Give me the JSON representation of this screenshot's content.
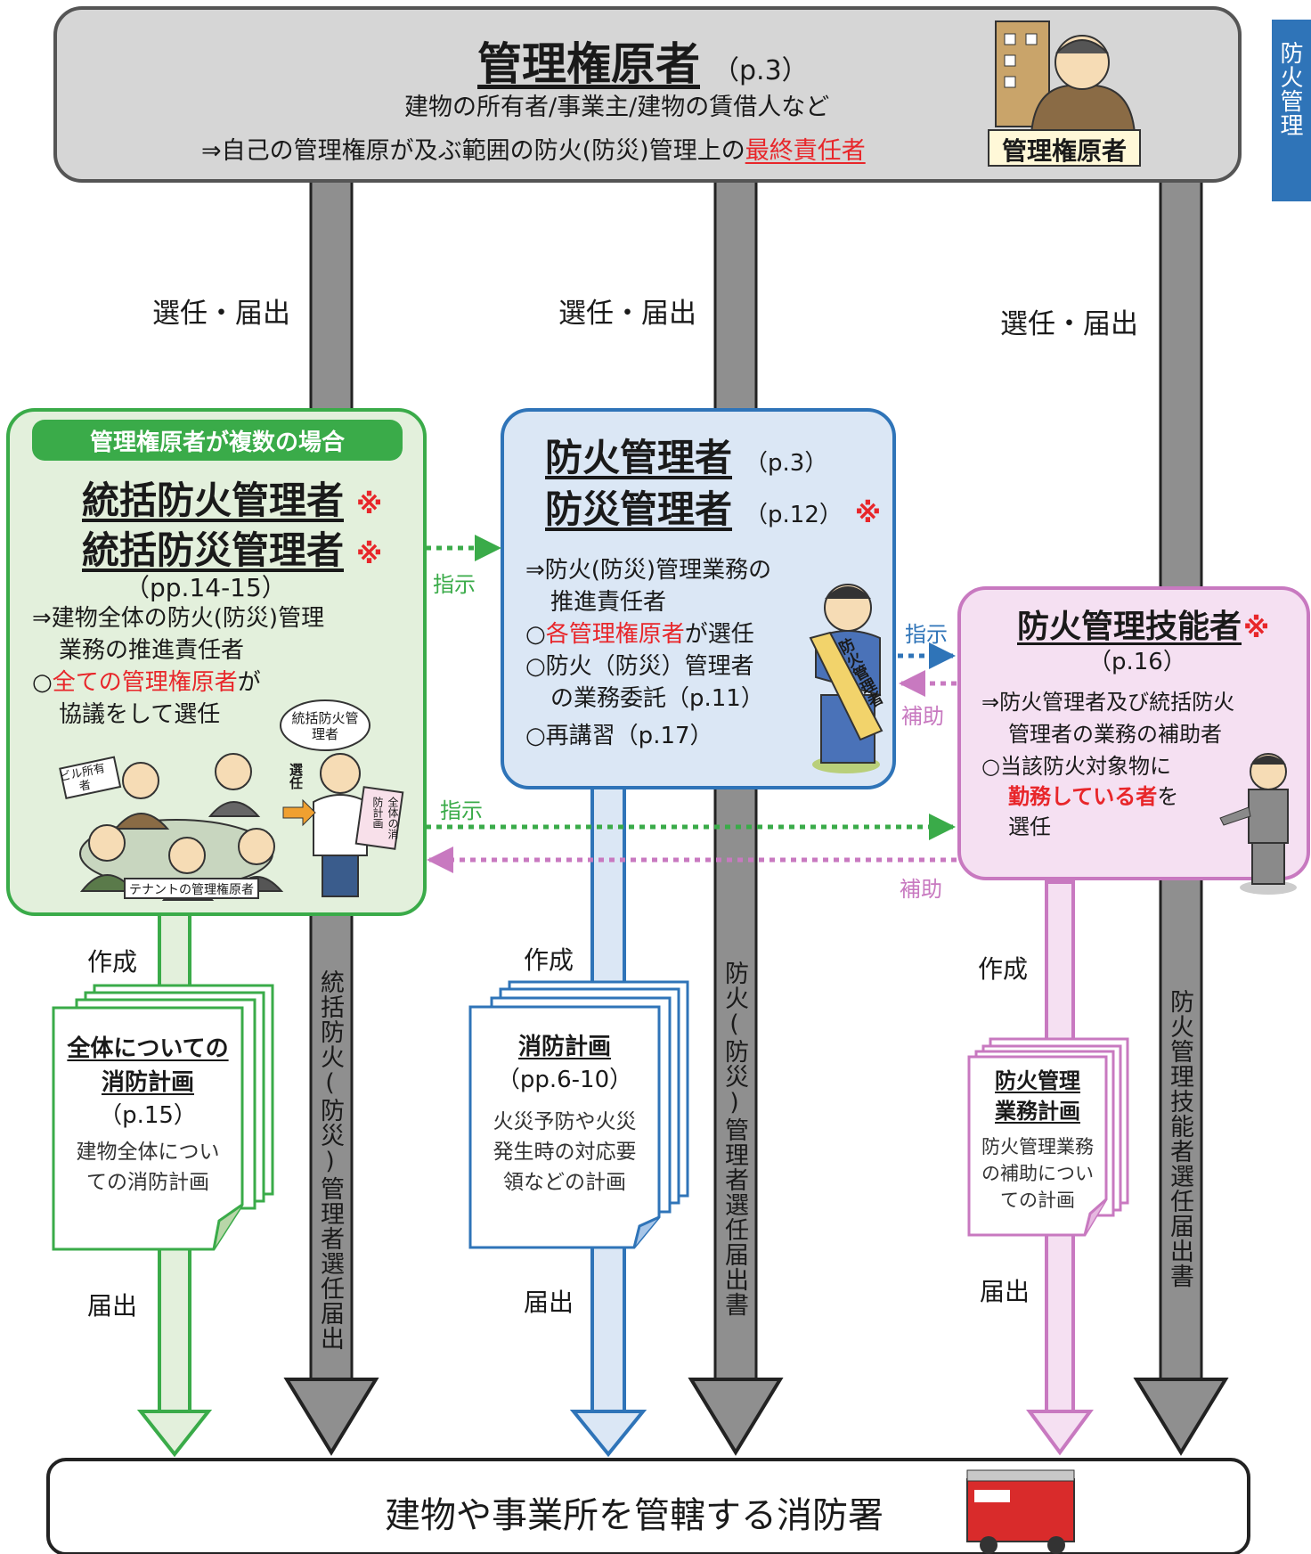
{
  "top": {
    "title": "管理権原者",
    "ref": "（p.3）",
    "line1": "建物の所有者/事業主/建物の賃借人など",
    "line2_prefix": "⇒自己の管理権原が及ぶ範囲の防火(防災)管理上の",
    "line2_highlight": "最終責任者",
    "illustration_label": "管理権原者"
  },
  "side_tab": {
    "text": "防火管理"
  },
  "selection_labels": [
    "選任・届出",
    "選任・届出",
    "選任・届出"
  ],
  "left_box": {
    "banner": "管理権原者が複数の場合",
    "title1": "統括防火管理者",
    "title2": "統括防災管理者",
    "kome": "※",
    "ref": "（pp.14-15）",
    "desc1": "⇒建物全体の防火(防災)管理",
    "desc2": "業務の推進責任者",
    "item_prefix": "○",
    "item_highlight": "全ての管理権原者",
    "item_suffix": "が",
    "item_line2": "協議をして選任",
    "sign_owner": "ビル所有者",
    "sign_tenant": "テナントの管理権原者",
    "bubble": "統括防火管理者",
    "selected": "選任",
    "paper": "全体の消防計画"
  },
  "center_box": {
    "title1": "防火管理者",
    "ref1": "（p.3）",
    "title2": "防災管理者",
    "ref2": "（p.12）",
    "kome": "※",
    "desc1": "⇒防火(防災)管理業務の",
    "desc2": "推進責任者",
    "item1_prefix": "○",
    "item1_highlight": "各管理権原者",
    "item1_suffix": "が選任",
    "item2_line1": "○防火（防災）管理者",
    "item2_line2": "の業務委託（p.11）",
    "item3": "○再講習（p.17）",
    "sash": "防火管理者"
  },
  "right_box": {
    "title": "防火管理技能者",
    "kome": "※",
    "ref": "（p.16）",
    "desc1": "⇒防火管理者及び統括防火",
    "desc2": "管理者の業務の補助者",
    "item_line1": "○当該防火対象物に",
    "item_highlight": "勤務している者",
    "item_suffix": "を",
    "item_line3": "選任"
  },
  "links": {
    "instruct_1": "指示",
    "instruct_2": "指示",
    "instruct_3": "指示",
    "assist_1": "補助",
    "assist_2": "補助"
  },
  "create_labels": [
    "作成",
    "作成",
    "作成"
  ],
  "submit_labels": [
    "届出",
    "届出",
    "届出"
  ],
  "docs": {
    "left": {
      "title1": "全体についての",
      "title2": "消防計画",
      "ref": "（p.15）",
      "text1": "建物全体につい",
      "text2": "ての消防計画"
    },
    "center": {
      "title": "消防計画",
      "ref": "（pp.6-10）",
      "text1": "火災予防や火災",
      "text2": "発生時の対応要",
      "text3": "領などの計画"
    },
    "right": {
      "title1": "防火管理",
      "title2": "業務計画",
      "text1": "防火管理業務",
      "text2": "の補助につい",
      "text3": "ての計画"
    }
  },
  "vertical_labels": {
    "v1": "統括防火(防災)管理者選任届出書",
    "v2": "防火(防災)管理者選任届出書",
    "v3": "防火管理技能者選任届出書"
  },
  "bottom": {
    "text": "建物や事業所を管轄する消防署"
  },
  "colors": {
    "green": "#3aab49",
    "green_fill": "#e3f0dc",
    "blue": "#2f74b8",
    "blue_fill": "#dbe7f5",
    "pink": "#c879c0",
    "pink_fill": "#f5e0f2",
    "gray": "#8f8f8f",
    "top_fill": "#d6d6d6",
    "red": "#e8262a"
  }
}
